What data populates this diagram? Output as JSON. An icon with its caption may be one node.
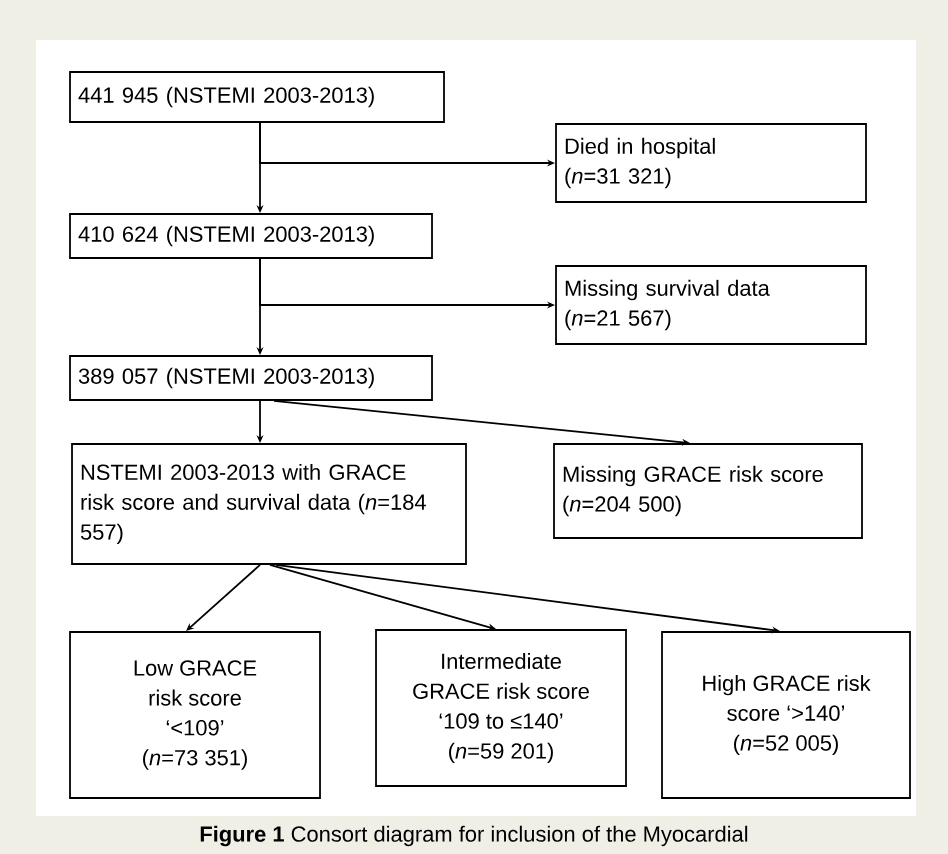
{
  "diagram": {
    "caption": "**Figure 1** Consort diagram for inclusion of the Myocardial",
    "nodes": [
      {
        "text": [
          "441 945 (NSTEMI 2003-2013)"
        ]
      },
      {
        "text": [
          "Died in hospital",
          "(*n*=31 321)"
        ]
      },
      {
        "text": [
          "410 624 (NSTEMI 2003-2013)"
        ]
      },
      {
        "text": [
          "Missing survival data",
          "(*n*=21 567)"
        ]
      },
      {
        "text": [
          "389 057 (NSTEMI 2003-2013)"
        ]
      },
      {
        "text": [
          "NSTEMI 2003-2013 with GRACE risk score and survival data (*n*=184 557)"
        ]
      },
      {
        "text": [
          "Missing GRACE risk score",
          "(*n*=204 500)"
        ]
      },
      {
        "text": [
          "Low GRACE risk score ‘<109’",
          "(*n*=73 351)"
        ]
      },
      {
        "text": [
          "Intermediate GRACE risk score ‘109 to ≤140’",
          "(*n*=59 201)"
        ]
      },
      {
        "text": [
          "High GRACE risk score ‘>140’",
          "(*n*=52 005)"
        ]
      }
    ],
    "edges": [
      {
        "from": 0,
        "to": 2,
        "arrow": "to"
      },
      {
        "from": 0,
        "to": 1,
        "arrow": "to"
      },
      {
        "from": 2,
        "to": 4,
        "arrow": "to"
      },
      {
        "from": 2,
        "to": 3,
        "arrow": "to"
      },
      {
        "from": 4,
        "to": 5,
        "arrow": "to"
      },
      {
        "from": 4,
        "to": 6,
        "arrow": "to"
      },
      {
        "from": 5,
        "to": 7,
        "arrow": "to"
      },
      {
        "from": 5,
        "to": 8,
        "arrow": "to"
      },
      {
        "from": 5,
        "to": 9,
        "arrow": "to"
      }
    ]
  }
}
